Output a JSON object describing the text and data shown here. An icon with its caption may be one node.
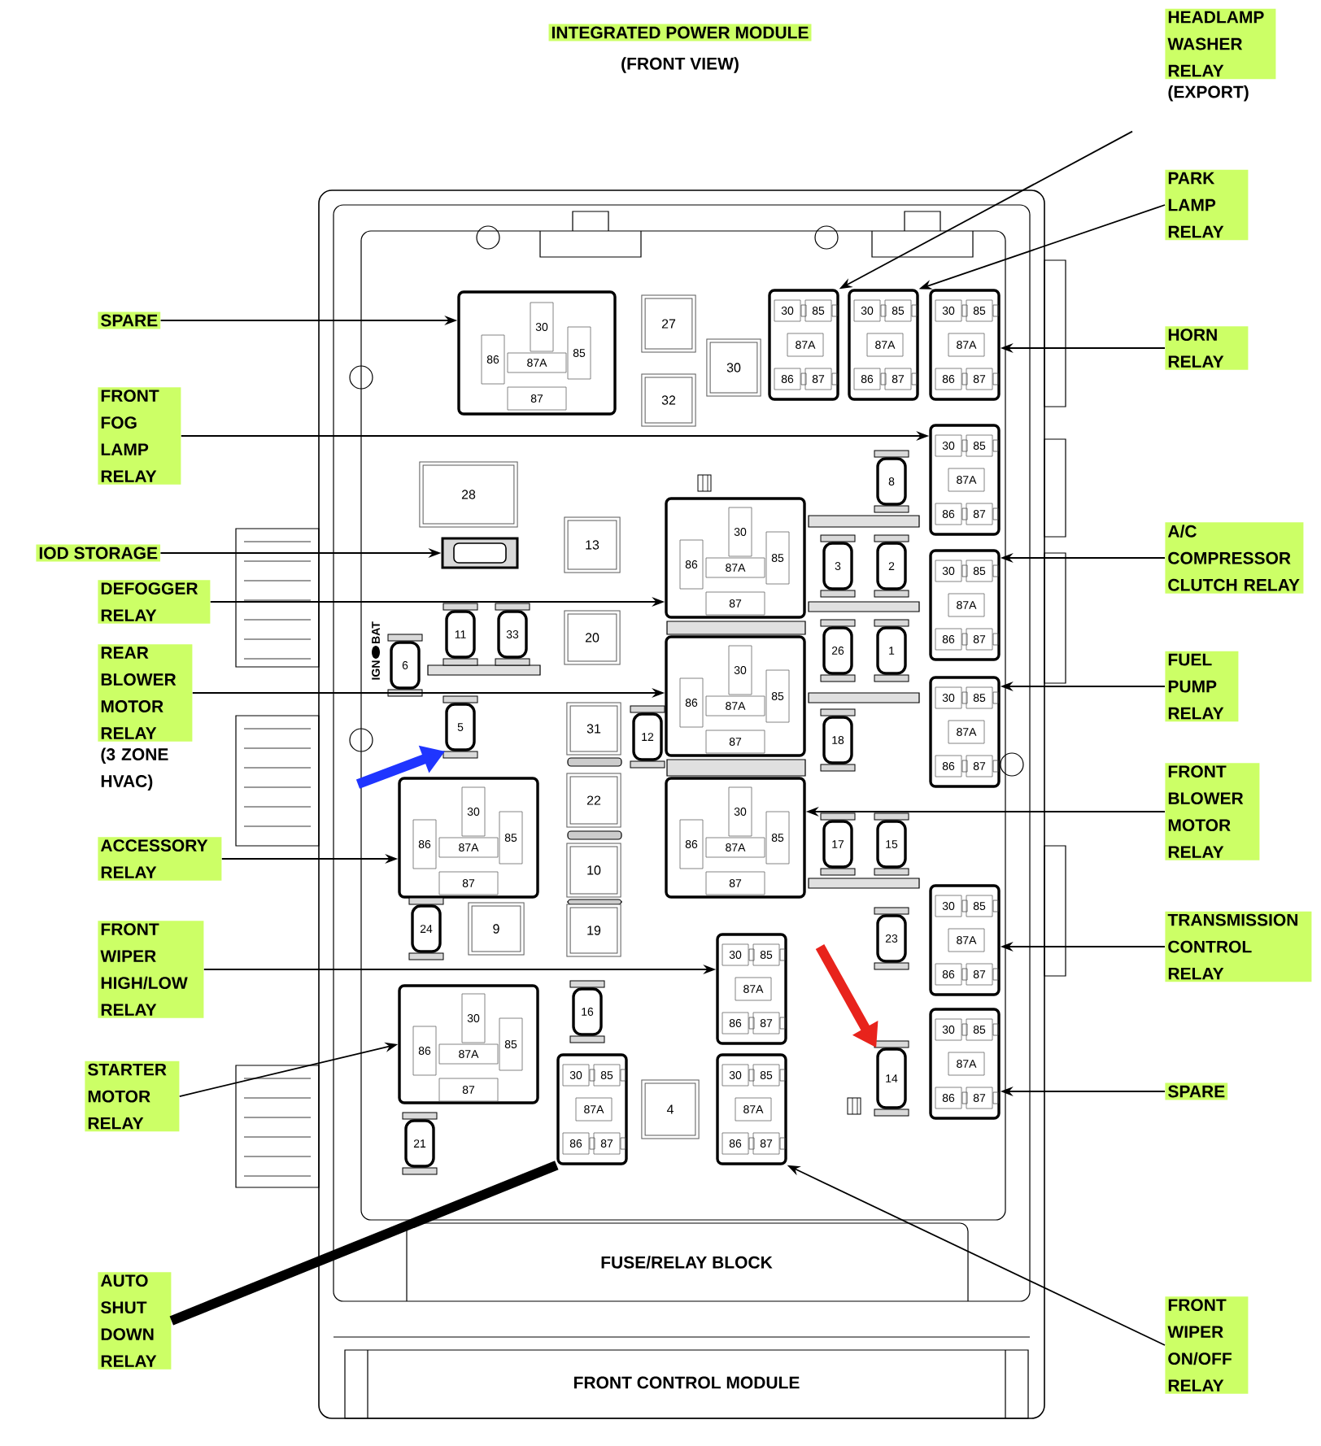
{
  "diagram": {
    "title": "INTEGRATED POWER MODULE",
    "nodes": [
      {
        "text": [
          "HEADLAMP WASHER RELAY",
          "(EXPORT)"
        ]
      },
      {
        "text": [
          "PARK LAMP RELAY"
        ]
      },
      {
        "text": [
          "SPARE"
        ]
      },
      {
        "text": [
          "HORN RELAY"
        ]
      },
      {
        "text": [
          "FRONT FOG LAMP RELAY"
        ]
      },
      {
        "text": [
          "IOD STORAGE"
        ]
      },
      {
        "text": [
          "A/C COMPRESSOR CLUTCH RELAY"
        ]
      },
      {
        "text": [
          "DEFOGGER RELAY"
        ]
      },
      {
        "text": [
          "REAR BLOWER MOTOR RELAY",
          "(3 ZONE HVAC)"
        ]
      },
      {
        "text": [
          "FUEL PUMP RELAY"
        ]
      },
      {
        "text": [
          "FRONT BLOWER MOTOR RELAY"
        ]
      },
      {
        "text": [
          "ACCESSORY RELAY"
        ]
      },
      {
        "text": [
          "FRONT WIPER HIGH/LOW RELAY"
        ]
      },
      {
        "text": [
          "TRANSMISSION CONTROL RELAY"
        ]
      },
      {
        "text": [
          "STARTER MOTOR RELAY"
        ]
      },
      {
        "text": [
          "SPARE"
        ]
      },
      {
        "text": [
          "AUTO SHUT DOWN RELAY"
        ]
      },
      {
        "text": [
          "FRONT WIPER ON/OFF RELAY"
        ]
      },
      {
        "text": [
          "30",
          "86",
          "87A",
          "85",
          "87"
        ]
      },
      {
        "text": [
          "27"
        ]
      },
      {
        "text": [
          "30"
        ]
      },
      {
        "text": [
          "32"
        ]
      },
      {
        "text": [
          "30",
          "85",
          "87A",
          "86",
          "87"
        ]
      },
      {
        "text": [
          "30",
          "85",
          "87A",
          "86",
          "87"
        ]
      },
      {
        "text": [
          "30",
          "85",
          "87A",
          "86",
          "87"
        ]
      },
      {
        "text": [
          "30",
          "85",
          "87A",
          "86",
          "87"
        ]
      },
      {
        "text": [
          "28"
        ]
      },
      {
        "text": [],
        "shape": "box"
      },
      {
        "text": [
          "8"
        ]
      },
      {
        "text": [
          "13"
        ]
      },
      {
        "text": [
          "30",
          "86",
          "87A",
          "85",
          "87"
        ]
      },
      {
        "text": [
          "3"
        ]
      },
      {
        "text": [
          "2"
        ]
      },
      {
        "text": [
          "30",
          "85",
          "87A",
          "86",
          "87"
        ]
      },
      {
        "text": [
          "11"
        ]
      },
      {
        "text": [
          "33"
        ]
      },
      {
        "text": [
          "20"
        ]
      },
      {
        "text": [
          "6"
        ]
      },
      {
        "text": [
          "26"
        ]
      },
      {
        "text": [
          "1"
        ]
      },
      {
        "text": [
          "30",
          "86",
          "87A",
          "85",
          "87"
        ]
      },
      {
        "text": [
          "30",
          "85",
          "87A",
          "86",
          "87"
        ]
      },
      {
        "text": [
          "5"
        ]
      },
      {
        "text": [
          "31"
        ]
      },
      {
        "text": [
          "12"
        ]
      },
      {
        "text": [
          "18"
        ]
      },
      {
        "text": [
          "22"
        ]
      },
      {
        "text": [
          "30",
          "86",
          "87A",
          "85",
          "87"
        ]
      },
      {
        "text": [
          "30",
          "86",
          "87A",
          "85",
          "87"
        ]
      },
      {
        "text": [
          "17"
        ]
      },
      {
        "text": [
          "15"
        ]
      },
      {
        "text": [
          "10"
        ]
      },
      {
        "text": [
          "24"
        ]
      },
      {
        "text": [
          "9"
        ]
      },
      {
        "text": [
          "19"
        ]
      },
      {
        "text": [
          "23"
        ]
      },
      {
        "text": [
          "30",
          "85",
          "87A",
          "86",
          "87"
        ]
      },
      {
        "text": [
          "30",
          "85",
          "87A",
          "86",
          "87"
        ]
      },
      {
        "text": [
          "30",
          "86",
          "87A",
          "85",
          "87"
        ]
      },
      {
        "text": [
          "16"
        ]
      },
      {
        "text": [
          "30",
          "85",
          "87A",
          "86",
          "87"
        ]
      },
      {
        "text": [
          "14"
        ]
      },
      {
        "text": [
          "30",
          "85",
          "87A",
          "86",
          "87"
        ]
      },
      {
        "text": [
          "4"
        ]
      },
      {
        "text": [
          "30",
          "85",
          "87A",
          "86",
          "87"
        ]
      },
      {
        "text": [
          "21"
        ]
      }
    ],
    "edges": [
      {
        "from": 0,
        "to": 22,
        "arrow": "to"
      },
      {
        "from": 1,
        "to": 23,
        "arrow": "to"
      },
      {
        "from": 2,
        "to": 18,
        "arrow": "to"
      },
      {
        "from": 3,
        "to": 24,
        "arrow": "to"
      },
      {
        "from": 4,
        "to": 25,
        "arrow": "to"
      },
      {
        "from": 5,
        "to": 27,
        "arrow": "to"
      },
      {
        "from": 6,
        "to": 33,
        "arrow": "to"
      },
      {
        "from": 7,
        "to": 30,
        "arrow": "to"
      },
      {
        "from": 8,
        "to": 40,
        "arrow": "to"
      },
      {
        "from": 9,
        "to": 41,
        "arrow": "to"
      },
      {
        "from": 10,
        "to": 48,
        "arrow": "to"
      },
      {
        "from": 11,
        "to": 47,
        "arrow": "to"
      },
      {
        "from": 12,
        "to": 57,
        "arrow": "to"
      },
      {
        "from": 13,
        "to": 56,
        "arrow": "to"
      },
      {
        "from": 14,
        "to": 58,
        "arrow": "to"
      },
      {
        "from": 15,
        "to": 60,
        "arrow": "to"
      },
      {
        "from": 16,
        "to": 62,
        "arrow": "none",
        "style": "thick"
      },
      {
        "from": 17,
        "to": 64,
        "arrow": "to"
      },
      {
        "from": null,
        "to": 42,
        "arrow": "to",
        "style": "thick",
        "color": "#1f35ff"
      },
      {
        "from": null,
        "to": 61,
        "arrow": "to",
        "style": "thick",
        "color": "#e8231c"
      }
    ],
    "labels": [
      "(FRONT VIEW)",
      "IGN",
      "BAT",
      "FUSE/RELAY BLOCK",
      "FRONT CONTROL MODULE"
    ]
  }
}
